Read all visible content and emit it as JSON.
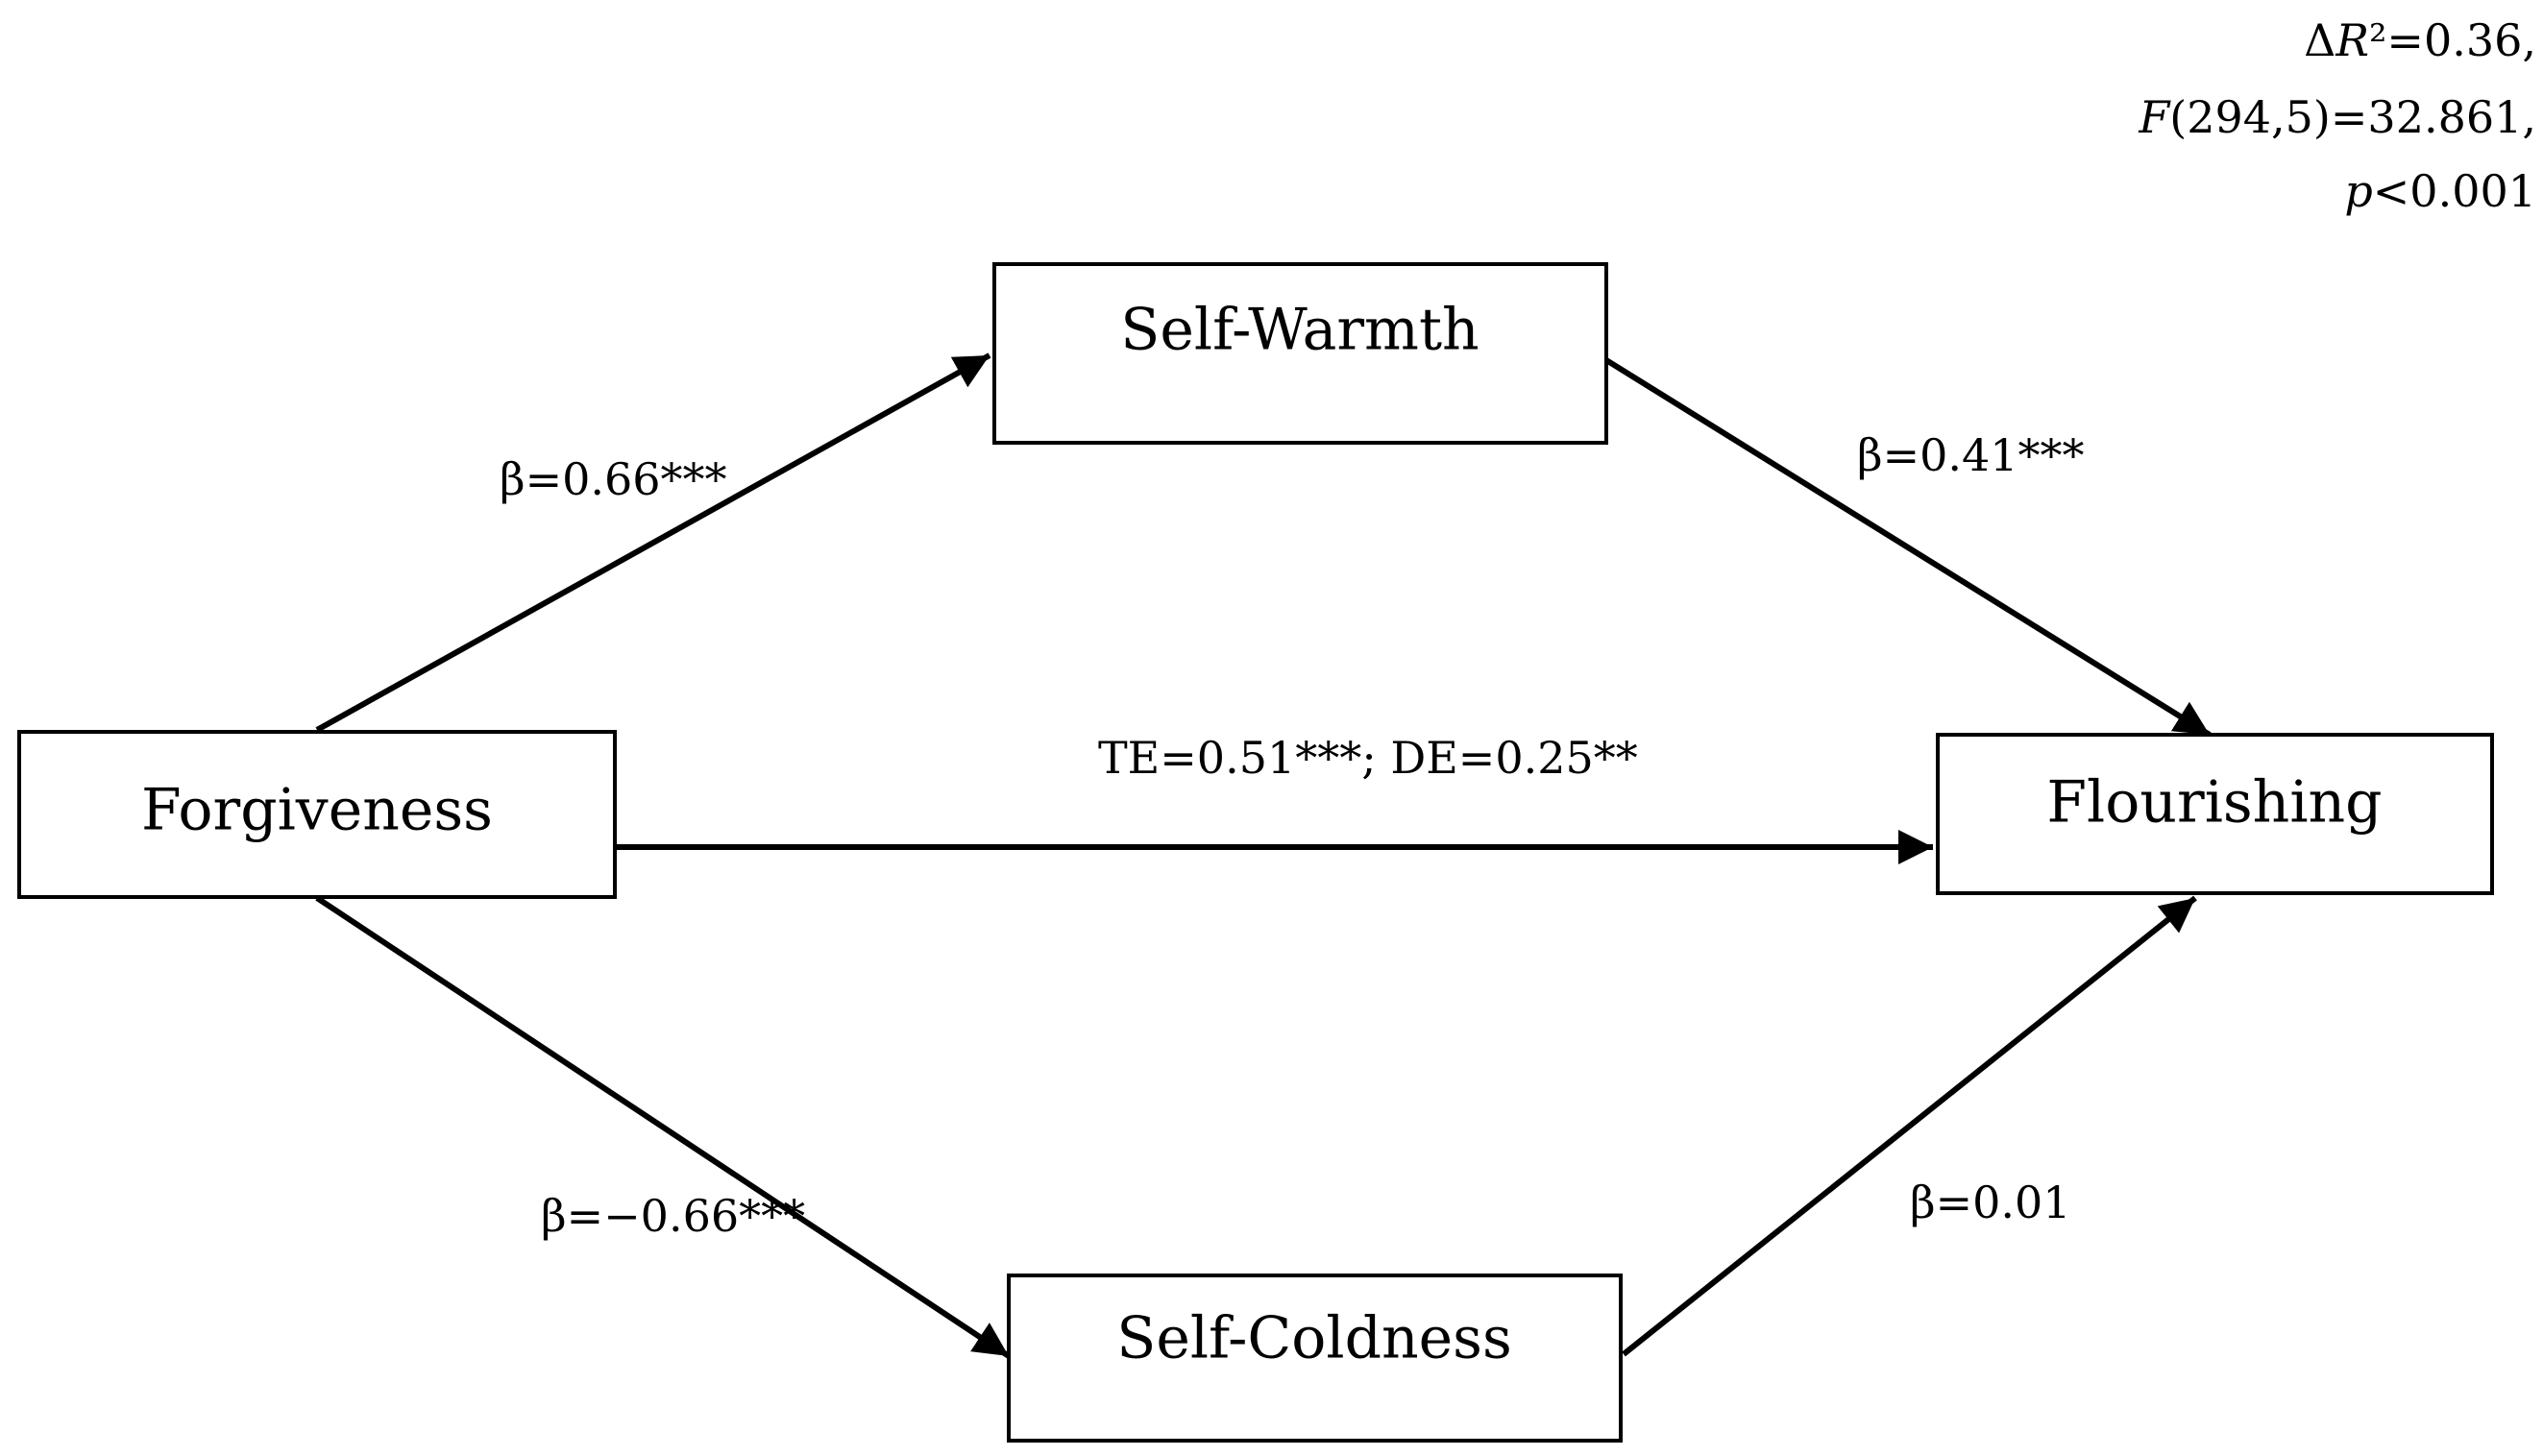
{
  "nodes": {
    "forgiveness": "Forgiveness",
    "self_warmth": "Self-Warmth",
    "self_coldness": "Self-Coldness",
    "flourishing": "Flourishing"
  },
  "edges": {
    "forgiveness_to_self_warmth": "β=0.66***",
    "self_warmth_to_flourishing": "β=0.41***",
    "forgiveness_to_flourishing": "TE=0.51***; DE=0.25**",
    "forgiveness_to_self_coldness": "β=−0.66***",
    "self_coldness_to_flourishing": "β=0.01"
  },
  "model_stats": {
    "delta_prefix": "Δ",
    "r_symbol": "R",
    "r_value": "²=0.36,",
    "f_symbol": "F",
    "f_value": "(294,5)=32.861,",
    "p_symbol": "p",
    "p_value": "<0.001"
  },
  "colors": {
    "stroke": "#000000",
    "background": "#ffffff"
  }
}
